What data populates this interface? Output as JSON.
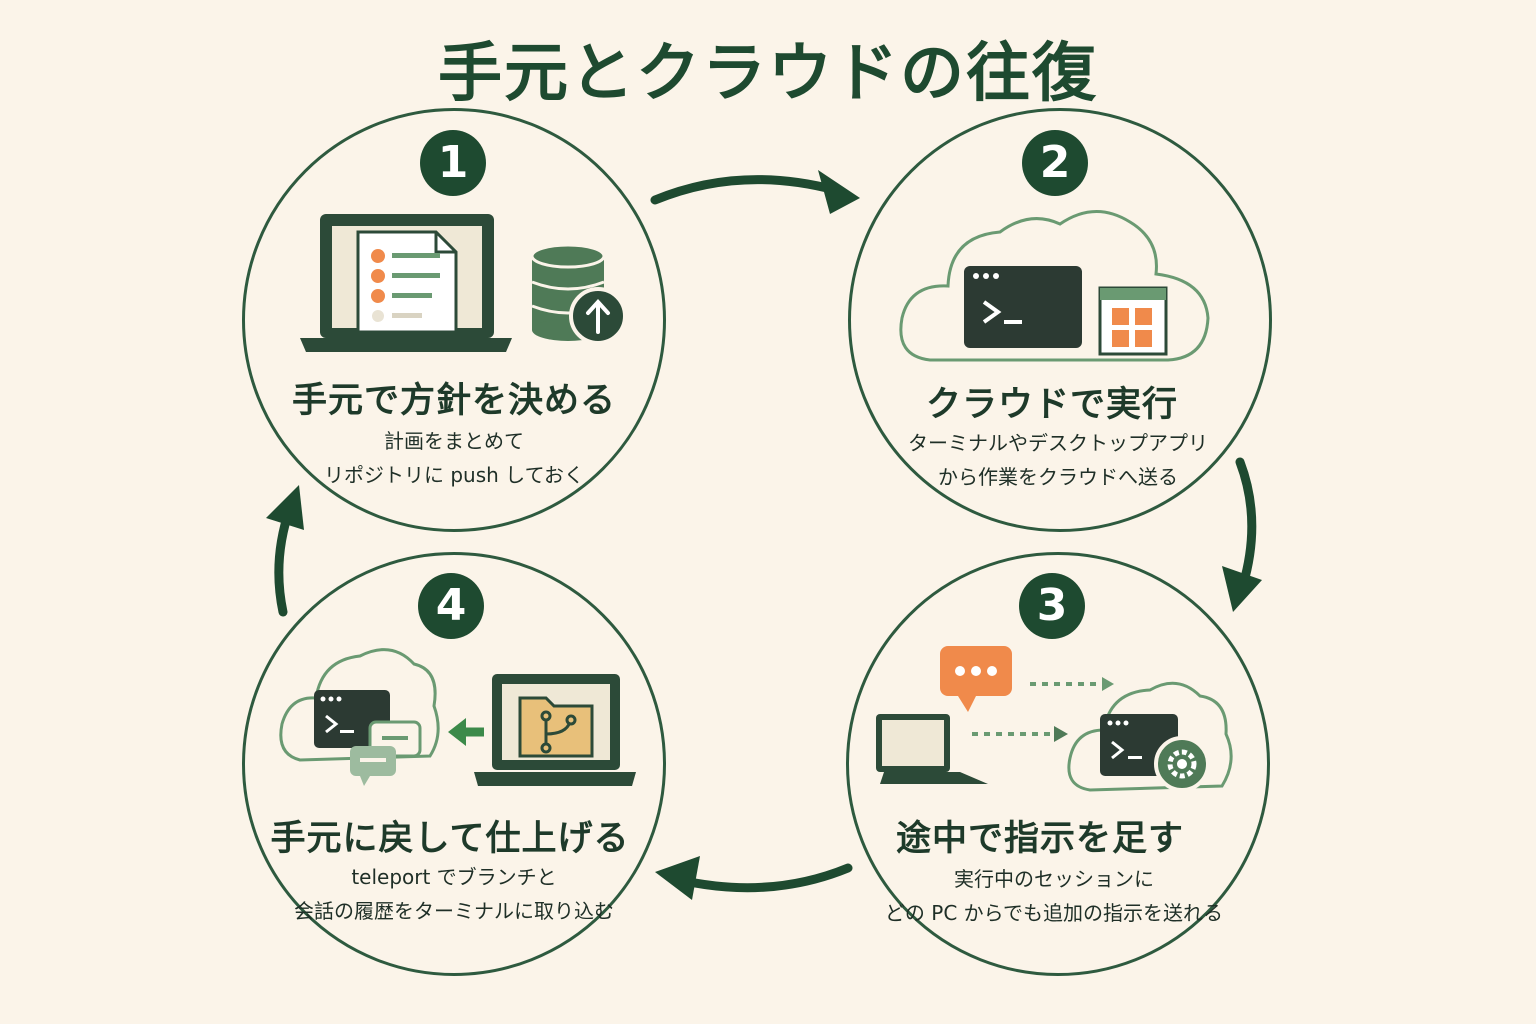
{
  "title": "手元とクラウドの往復",
  "steps": [
    {
      "number": "1",
      "title": "手元で方針を決める",
      "desc_line1": "計画をまとめて",
      "desc_line2": "リポジトリに push しておく"
    },
    {
      "number": "2",
      "title": "クラウドで実行",
      "desc_line1": "ターミナルやデスクトップアプリ",
      "desc_line2": "から作業をクラウドへ送る"
    },
    {
      "number": "3",
      "title": "途中で指示を足す",
      "desc_line1": "実行中のセッションに",
      "desc_line2": "どの PC からでも追加の指示を送れる"
    },
    {
      "number": "4",
      "title": "手元に戻して仕上げる",
      "desc_line1": "teleport でブランチと",
      "desc_line2": "会話の履歴をターミナルに取り込む"
    }
  ],
  "icons": [
    "laptop-icon",
    "checklist-icon",
    "database-icon",
    "upload-icon",
    "cloud-icon",
    "terminal-icon",
    "app-window-icon",
    "chat-bubble-icon",
    "gear-icon",
    "folder-icon",
    "git-branch-icon"
  ],
  "colors": {
    "background": "#fbf4e9",
    "primary": "#1e4a30",
    "accent": "#f08a4b",
    "soft-green": "#6a9a72"
  }
}
